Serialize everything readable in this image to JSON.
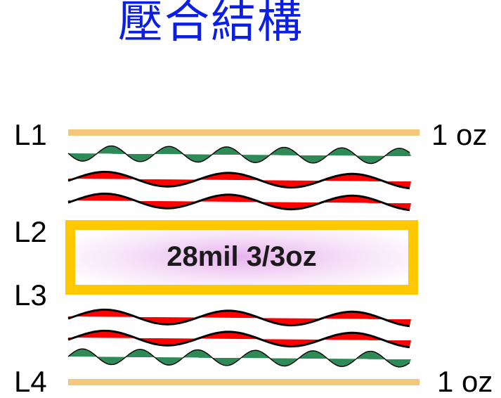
{
  "title": "壓合結構",
  "layers": {
    "l1": "L1",
    "l2": "L2",
    "l3": "L3",
    "l4": "L4"
  },
  "copper_top": "1 oz",
  "copper_bottom": "1 oz",
  "core_label": "28mil 3/3oz",
  "colors": {
    "title": "#0a1ee6",
    "copper": "#f5c77e",
    "core_frame": "#ffc800",
    "prepreg_green": "#2e8b57",
    "prepreg_red": "#ff0000"
  }
}
